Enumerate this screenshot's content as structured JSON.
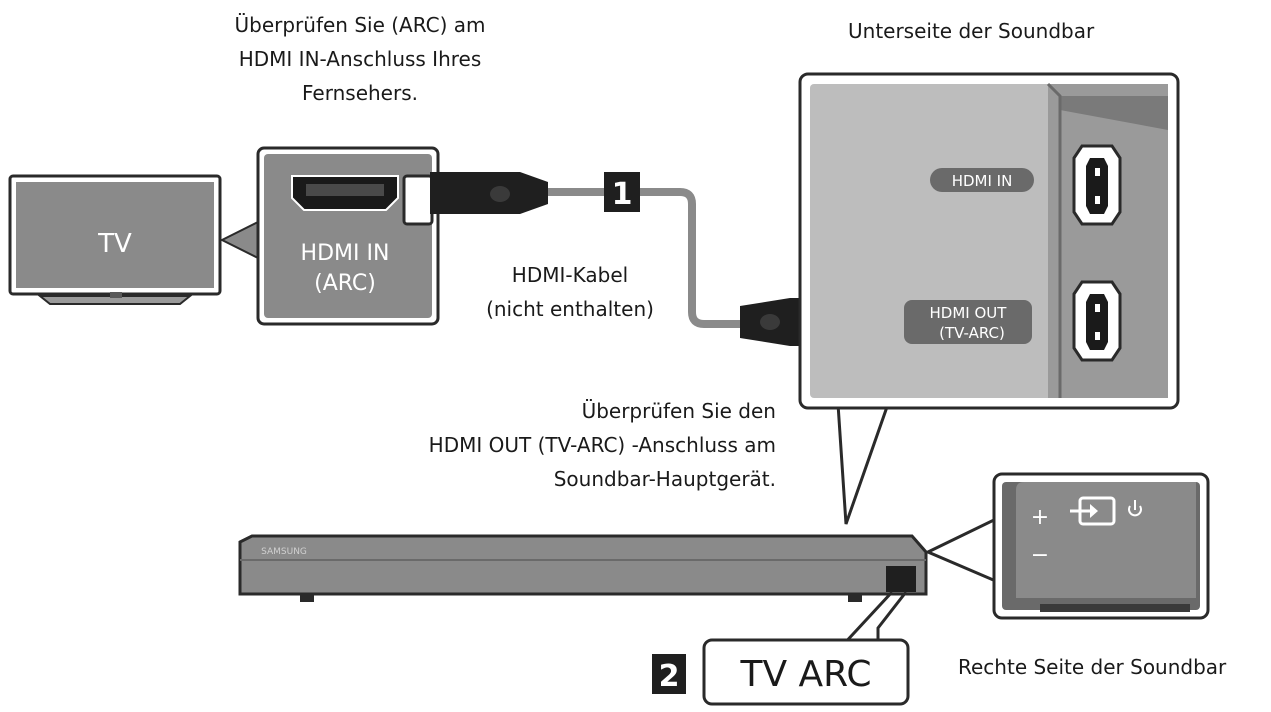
{
  "labels": {
    "tv_port_note": [
      "Überprüfen Sie (ARC) am",
      "HDMI IN-Anschluss Ihres",
      "Fernsehers."
    ],
    "soundbar_bottom": "Unterseite der Soundbar",
    "tv": "TV",
    "tv_hdmi_in": [
      "HDMI IN",
      "(ARC)"
    ],
    "cable": [
      "HDMI-Kabel",
      "(nicht enthalten)"
    ],
    "step1": "1",
    "step2": "2",
    "hdmi_in": "HDMI IN",
    "hdmi_out": [
      "HDMI OUT",
      "(TV-ARC)"
    ],
    "soundbar_port_note": [
      "Überprüfen Sie den",
      "HDMI OUT (TV-ARC) -Anschluss am",
      "Soundbar-Hauptgerät."
    ],
    "brand": "SAMSUNG",
    "tv_arc": "TV ARC",
    "soundbar_right": "Rechte Seite der Soundbar",
    "plus": "+",
    "minus": "−"
  },
  "icons": {
    "source": "source-input-icon",
    "power": "power-icon"
  },
  "colors": {
    "panel_gray": "#8a8a8a",
    "panel_light": "#bdbdbd",
    "dark": "#1f1f1f",
    "outline": "#2a2a2a"
  }
}
